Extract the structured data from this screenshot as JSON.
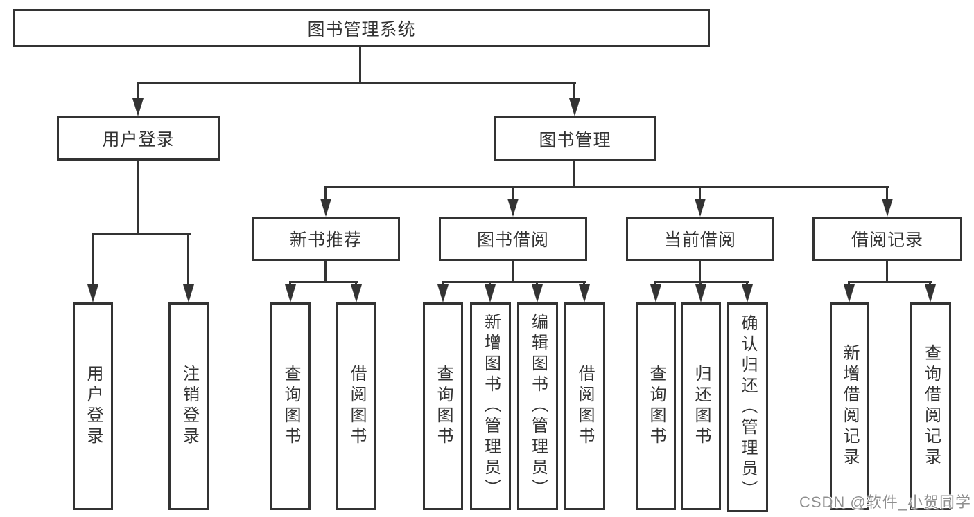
{
  "colors": {
    "line": "#333333",
    "text": "#333333",
    "watermark": "#8f8f8f",
    "background": "#ffffff"
  },
  "watermark": {
    "text": "CSDN @软件_小贺同学"
  },
  "tree": {
    "root": {
      "label": "图书管理系统",
      "children": [
        {
          "label": "用户登录",
          "children": [
            {
              "label": "用户登录"
            },
            {
              "label": "注销登录"
            }
          ]
        },
        {
          "label": "图书管理",
          "children": [
            {
              "label": "新书推荐",
              "children": [
                {
                  "label": "查询图书"
                },
                {
                  "label": "借阅图书"
                }
              ]
            },
            {
              "label": "图书借阅",
              "children": [
                {
                  "label": "查询图书"
                },
                {
                  "label": "新增图书（管理员）"
                },
                {
                  "label": "编辑图书（管理员）"
                },
                {
                  "label": "借阅图书"
                }
              ]
            },
            {
              "label": "当前借阅",
              "children": [
                {
                  "label": "查询图书"
                },
                {
                  "label": "归还图书"
                },
                {
                  "label": "确认归还（管理员）"
                }
              ]
            },
            {
              "label": "借阅记录",
              "children": [
                {
                  "label": "新增借阅记录"
                },
                {
                  "label": "查询借阅记录"
                }
              ]
            }
          ]
        }
      ]
    }
  }
}
